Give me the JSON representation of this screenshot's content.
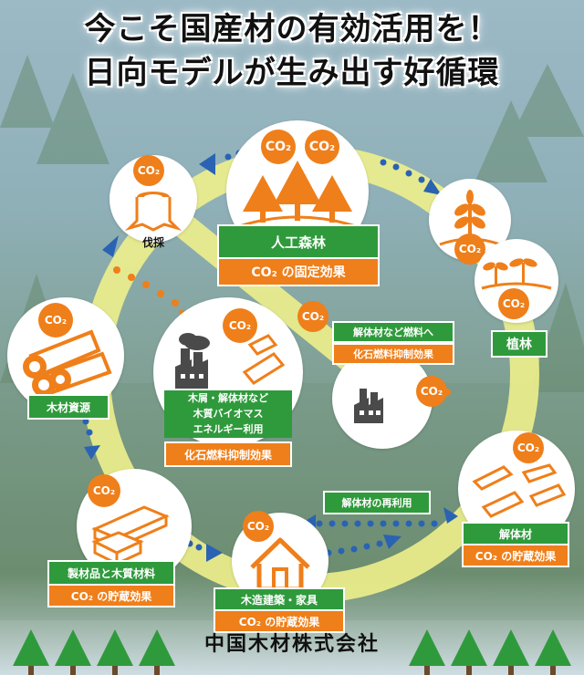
{
  "title": {
    "line1": "今こそ国産材の有効活用を！",
    "line2": "日向モデルが生み出す好循環"
  },
  "co2_text": "CO₂",
  "nodes": {
    "forest": {
      "label": "人工森林",
      "effect": "CO₂ の固定効果"
    },
    "logging": {
      "label": "伐採"
    },
    "planting": {
      "label": "植林"
    },
    "timber": {
      "label": "木材資源"
    },
    "biomass": {
      "line1": "木屑・解体材など",
      "line2": "木質バイオマス",
      "line3": "エネルギー利用",
      "effect": "化石燃料抑制効果"
    },
    "fuel": {
      "label": "解体材など燃料へ",
      "effect": "化石燃料抑制効果"
    },
    "products": {
      "label": "製材品と木質材料",
      "effect": "CO₂ の貯蔵効果"
    },
    "house": {
      "label": "木造建築・家具",
      "effect": "CO₂ の貯蔵効果"
    },
    "demolition": {
      "label": "解体材",
      "effect": "CO₂ の貯蔵効果"
    },
    "reuse": {
      "label": "解体材の再利用"
    }
  },
  "company": "中国木材株式会社",
  "colors": {
    "orange": "#ef7f1a",
    "green": "#2f9a3c",
    "ring": "#eef08c",
    "arrow": "#2a63b3",
    "dot_orange": "#ef7f1a"
  }
}
